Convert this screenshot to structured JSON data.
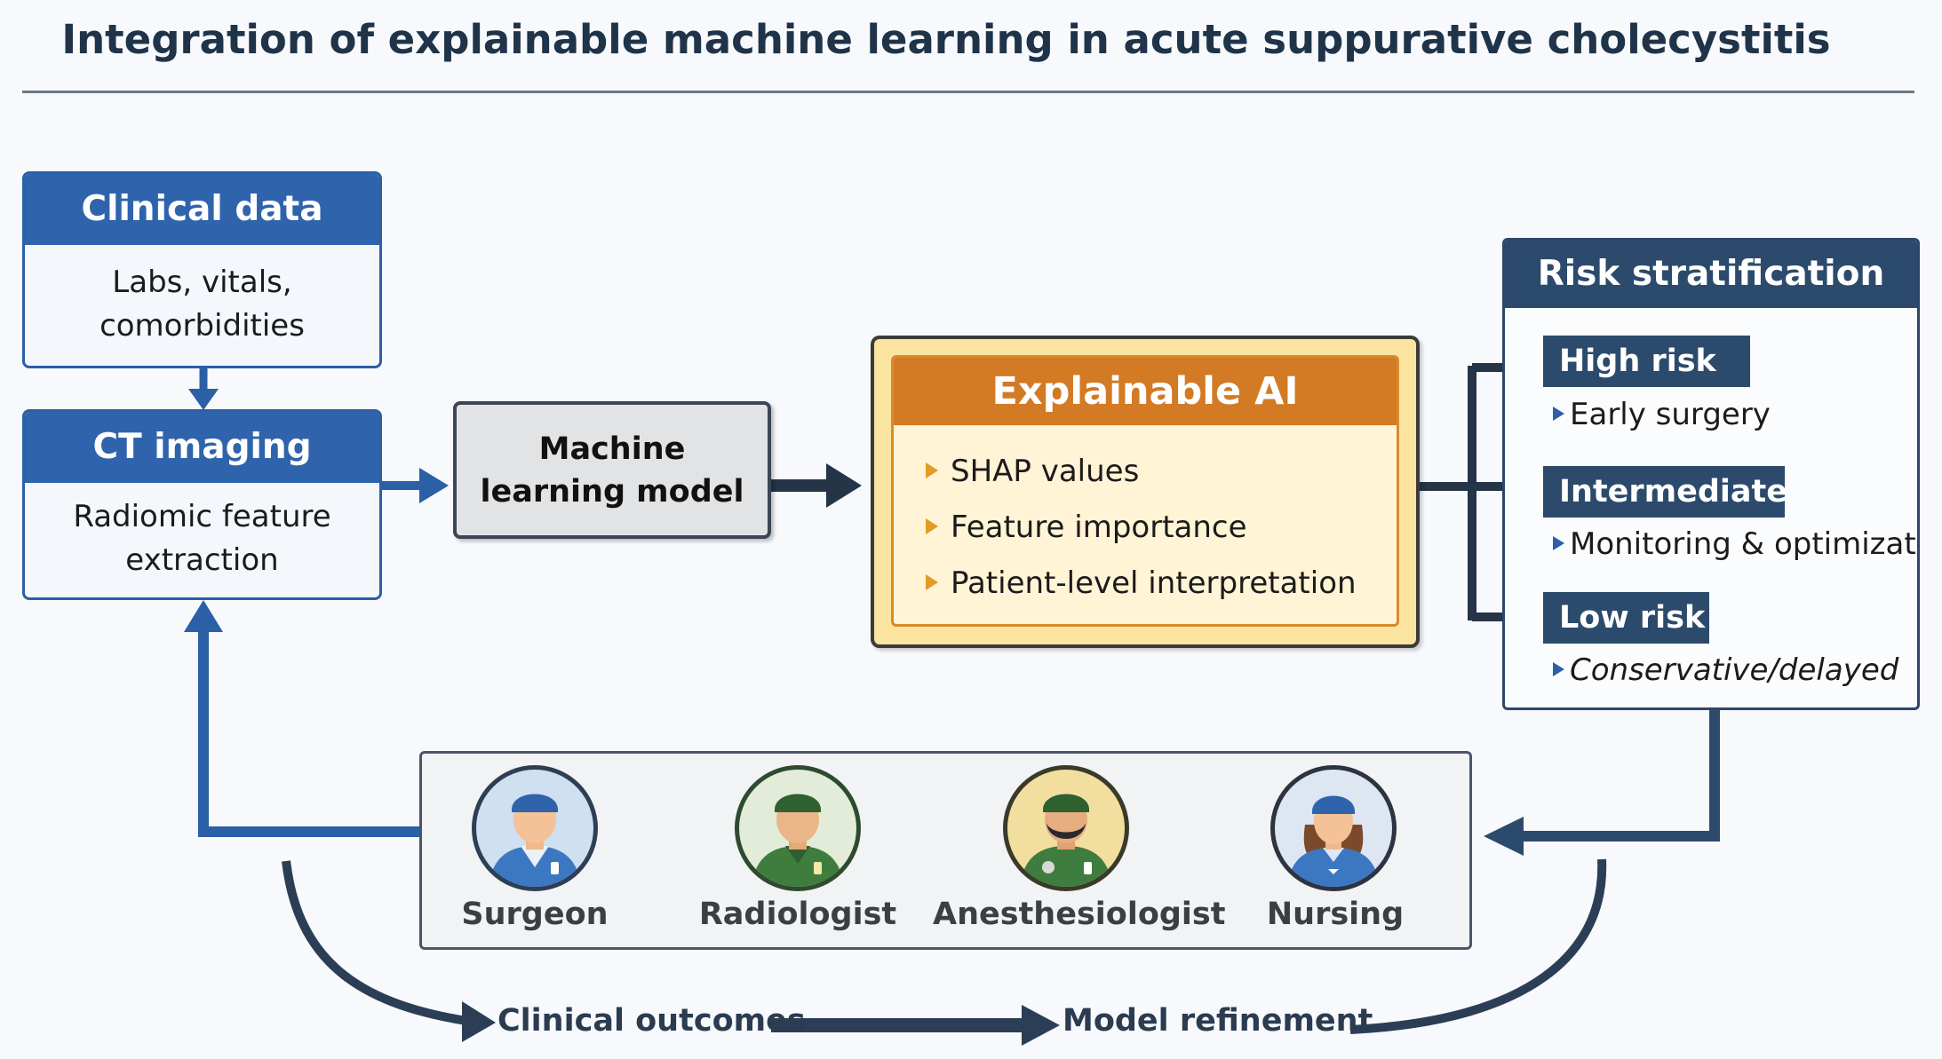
{
  "title": "Integration of explainable machine learning in acute suppurative cholecystitis",
  "clinical_data": {
    "heading": "Clinical data",
    "lines": [
      "Labs, vitals,",
      "comorbidities"
    ]
  },
  "ct_imaging": {
    "heading": "CT imaging",
    "lines": [
      "Radiomic feature",
      "extraction"
    ]
  },
  "ml_model": {
    "lines": [
      "Machine",
      "learning model"
    ]
  },
  "xai": {
    "heading": "Explainable AI",
    "items": [
      "SHAP values",
      "Feature importance",
      "Patient-level interpretation"
    ]
  },
  "risk": {
    "heading": "Risk stratification",
    "levels": [
      {
        "label": "High risk",
        "action": "Early surgery"
      },
      {
        "label": "Intermediate",
        "action": "Monitoring & optimization"
      },
      {
        "label": "Low risk",
        "action": "Conservative/delayed"
      }
    ]
  },
  "team": [
    {
      "role": "Surgeon",
      "icon": "surgeon-icon"
    },
    {
      "role": "Radiologist",
      "icon": "radiologist-icon"
    },
    {
      "role": "Anesthesiologist",
      "icon": "anesthesiologist-icon"
    },
    {
      "role": "Nursing",
      "icon": "nurse-icon"
    }
  ],
  "loop": {
    "outcomes": "Clinical outcomes",
    "refinement": "Model refinement"
  }
}
